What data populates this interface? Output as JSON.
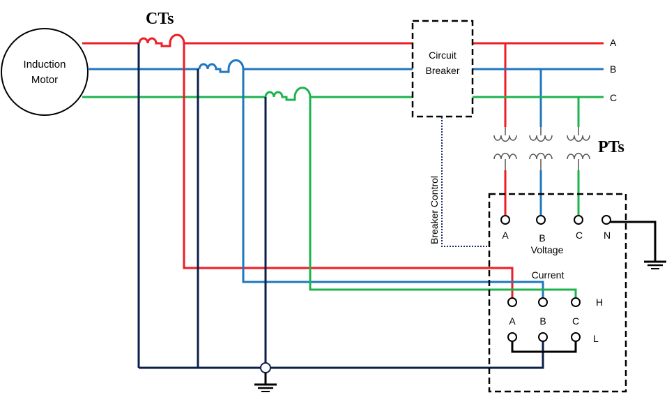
{
  "title_cts": "CTs",
  "title_pts": "PTs",
  "motor": {
    "line1": "Induction",
    "line2": "Motor"
  },
  "breaker": {
    "line1": "Circuit",
    "line2": "Breaker"
  },
  "breaker_control": "Breaker Control",
  "bus": [
    "A",
    "B",
    "C"
  ],
  "voltage": {
    "terminals": [
      "A",
      "B",
      "C",
      "N"
    ],
    "label": "Voltage"
  },
  "current": {
    "label": "Current",
    "terminals": [
      "A",
      "B",
      "C"
    ],
    "high": "H",
    "low": "L"
  },
  "colors": {
    "phase_a": "#ee1c25",
    "phase_b": "#1f77c0",
    "phase_c": "#1db34c",
    "return": "#0b1f4a",
    "ground": "#000000"
  }
}
